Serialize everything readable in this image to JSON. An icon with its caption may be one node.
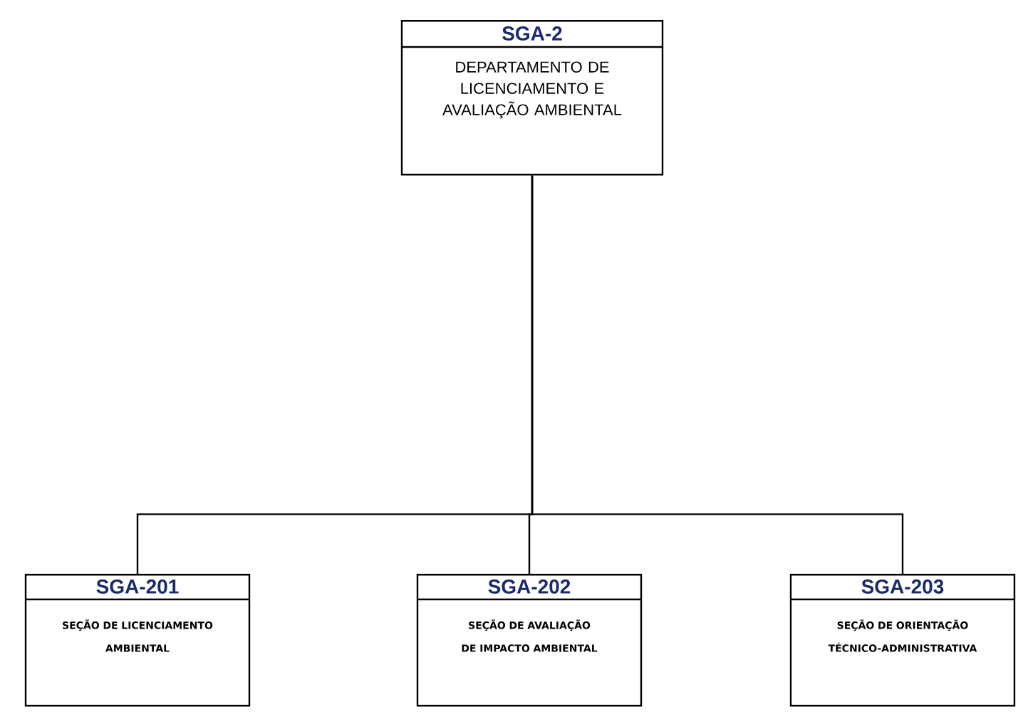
{
  "diagram": {
    "nodes": [
      {
        "text": [
          "SGA-2",
          "DEPARTAMENTO DE LICENCIAMENTO E AVALIAÇÃO AMBIENTAL"
        ]
      },
      {
        "text": [
          "SGA-201",
          "SEÇÃO DE LICENCIAMENTO AMBIENTAL"
        ]
      },
      {
        "text": [
          "SGA-202",
          "SEÇÃO DE AVALIAÇÃO DE IMPACTO AMBIENTAL"
        ]
      },
      {
        "text": [
          "SGA-203",
          "SEÇÃO DE ORIENTAÇÃO TÉCNICO-ADMINISTRATIVA"
        ]
      }
    ],
    "edges": [
      {
        "from": 0,
        "to": 1,
        "arrow": "none"
      },
      {
        "from": 0,
        "to": 2,
        "arrow": "none"
      },
      {
        "from": 0,
        "to": 3,
        "arrow": "none"
      }
    ]
  }
}
